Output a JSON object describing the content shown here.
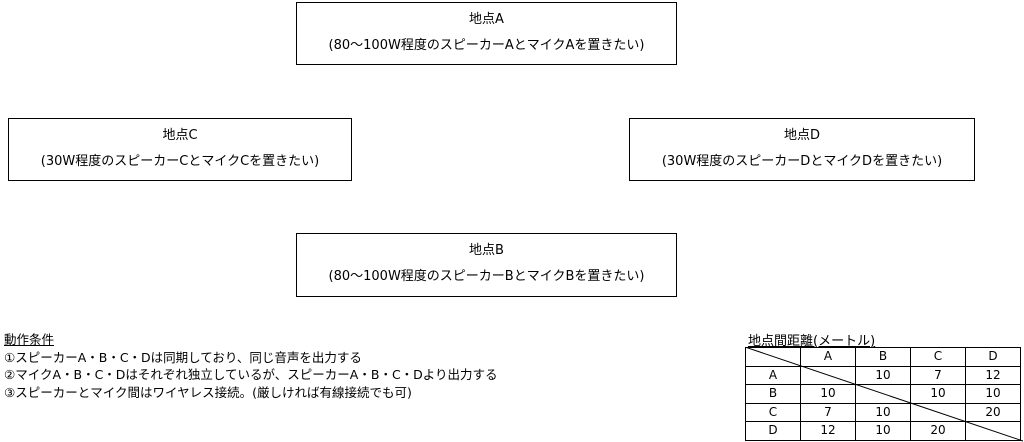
{
  "locations": [
    {
      "id": "A",
      "title": "地点A",
      "desc": "(80～100W程度のスピーカーAとマイクAを置きたい)"
    },
    {
      "id": "C",
      "title": "地点C",
      "desc": "(30W程度のスピーカーCとマイクCを置きたい)"
    },
    {
      "id": "D",
      "title": "地点D",
      "desc": "(30W程度のスピーカーDとマイクDを置きたい)"
    },
    {
      "id": "B",
      "title": "地点B",
      "desc": "(80～100W程度のスピーカーBとマイクBを置きたい)"
    }
  ],
  "conditions": {
    "heading": "動作条件",
    "items": [
      "①スピーカーA・B・C・Dは同期しており、同じ音声を出力する",
      "②マイクA・B・C・Dはそれぞれ独立しているが、スピーカーA・B・C・Dより出力する",
      "③スピーカーとマイク間はワイヤレス接続。(厳しければ有線接続でも可)"
    ]
  },
  "distance_table": {
    "title": "地点間距離(メートル)",
    "columns": [
      "A",
      "B",
      "C",
      "D"
    ],
    "rows": [
      {
        "label": "A",
        "cells": [
          "",
          "10",
          "7",
          "12"
        ]
      },
      {
        "label": "B",
        "cells": [
          "10",
          "",
          "10",
          "10"
        ]
      },
      {
        "label": "C",
        "cells": [
          "7",
          "10",
          "",
          "20"
        ]
      },
      {
        "label": "D",
        "cells": [
          "12",
          "10",
          "20",
          ""
        ]
      }
    ]
  }
}
